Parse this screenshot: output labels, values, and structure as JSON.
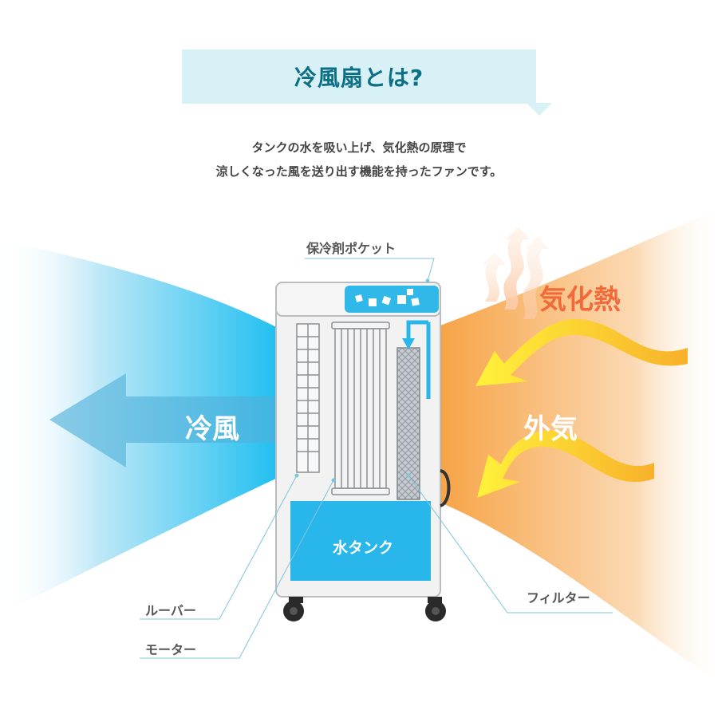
{
  "title": "冷風扇とは?",
  "description": {
    "line1": "タンクの水を吸い上げ、気化熱の原理で",
    "line2": "涼しくなった風を送り出す機能を持ったファンです。"
  },
  "labels": {
    "pocket": "保冷剤ポケット",
    "heat": "気化熱",
    "cold_air": "冷風",
    "outside_air": "外気",
    "tank": "水タンク",
    "louver": "ルーバー",
    "motor": "モーター",
    "filter": "フィルター"
  },
  "colors": {
    "cold": "#3cc5ef",
    "warm": "#f5912b",
    "heat_text": "#f06a3a",
    "tank": "#29b6ea",
    "title_bg": "#d8f1f7",
    "title_text": "#0c6f85"
  }
}
